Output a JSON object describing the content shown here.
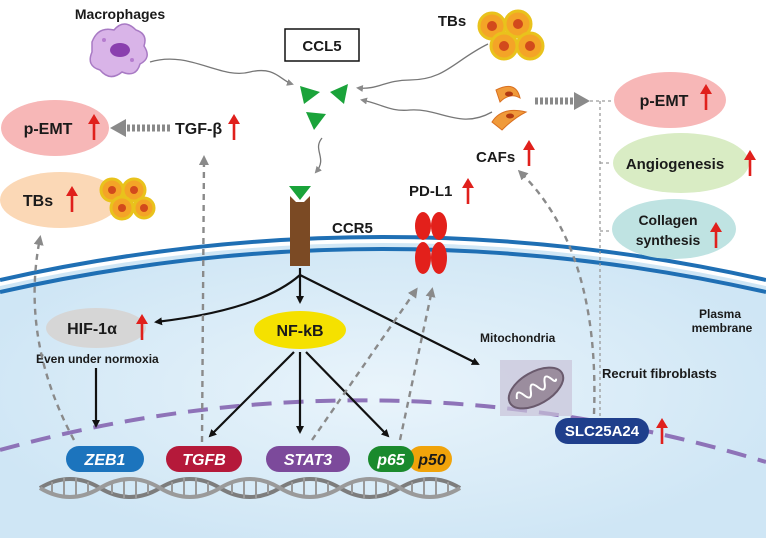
{
  "labels": {
    "macrophages": "Macrophages",
    "tbs_top": "TBs",
    "ccl5": "CCL5",
    "ccr5": "CCR5",
    "pdl1": "PD-L1",
    "cafs": "CAFs",
    "tgfb_top": "TGF-β",
    "pemt_left": "p-EMT",
    "tbs_left": "TBs",
    "pemt_right": "p-EMT",
    "angiogenesis": "Angiogenesis",
    "collagen_line1": "Collagen",
    "collagen_line2": "synthesis",
    "plasma_line1": "Plasma",
    "plasma_line2": "membrane",
    "hif1a": "HIF-1α",
    "normoxia": "Even under normoxia",
    "nfkb": "NF-kB",
    "mitochondria": "Mitochondria",
    "recruit": "Recruit fibroblasts",
    "slc": "SLC25A24",
    "zeb1": "ZEB1",
    "tgfb_gene": "TGFB",
    "stat3": "STAT3",
    "p65": "p65",
    "p50": "p50"
  },
  "colors": {
    "cytoplasm": "#dcedf8",
    "membrane": "#1f6fb4",
    "nucleus_line": "#8e73b8",
    "up_arrow": "#e0201c",
    "pemt_fill": "#f7b7b7",
    "tbs_fill": "#fbd8b6",
    "angio_fill": "#d9ecc4",
    "collagen_fill": "#bfe3e2",
    "hif_fill": "#d6d6d6",
    "nfkb_fill": "#f5e100",
    "zeb1_fill": "#1c74bd",
    "tgfb_fill": "#b5193a",
    "stat3_fill": "#7c4a9b",
    "p65_fill": "#1a8a2d",
    "p50_fill": "#f0a30a",
    "slc_fill": "#1f3f8c",
    "ccl5_triangle": "#1aa33a",
    "ccr5_fill": "#7b4a24",
    "pdl1_fill": "#e3201b"
  },
  "icons": [
    "macrophage-icon",
    "tumor-bud-cluster-icon",
    "caf-cell-icon",
    "ccl5-chemokine-icon",
    "ccr5-receptor-icon",
    "pd-l1-receptor-icon",
    "mitochondrion-icon",
    "dna-strand-icon",
    "up-arrow-icon"
  ]
}
